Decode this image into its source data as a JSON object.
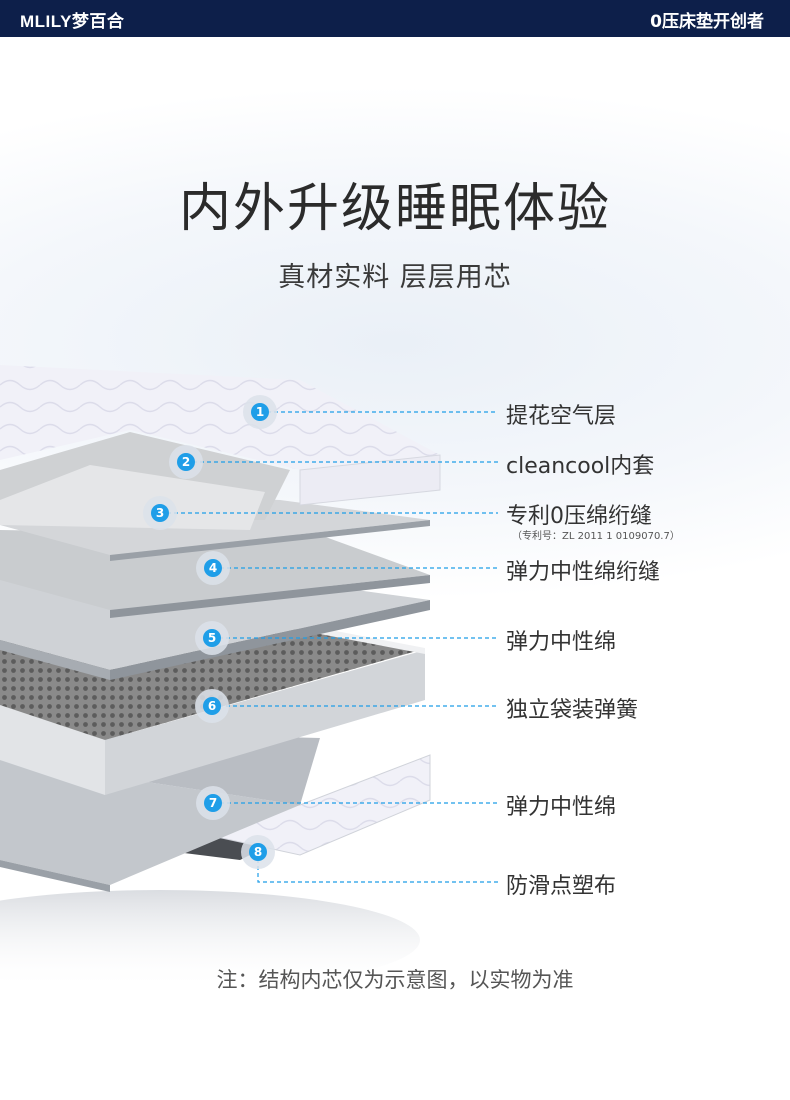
{
  "header": {
    "logo": "MLILY梦百合",
    "slogan": "0压床垫开创者"
  },
  "hero": {
    "title": "内外升级睡眠体验",
    "subtitle": "真材实料 层层用芯"
  },
  "layers": [
    {
      "num": "1",
      "label": "提花空气层"
    },
    {
      "num": "2",
      "label": "cleancool内套"
    },
    {
      "num": "3",
      "label": "专利0压绵绗缝",
      "sub": "（专利号：ZL 2011 1 0109070.7）"
    },
    {
      "num": "4",
      "label": "弹力中性绵绗缝"
    },
    {
      "num": "5",
      "label": "弹力中性绵"
    },
    {
      "num": "6",
      "label": "独立袋装弹簧"
    },
    {
      "num": "7",
      "label": "弹力中性绵"
    },
    {
      "num": "8",
      "label": "防滑点塑布"
    }
  ],
  "note": "注：结构内芯仅为示意图，以实物为准",
  "colors": {
    "header_bg": "#0d1f4a",
    "badge": "#1f9ee8",
    "dashed_line": "#1f9ee8"
  }
}
